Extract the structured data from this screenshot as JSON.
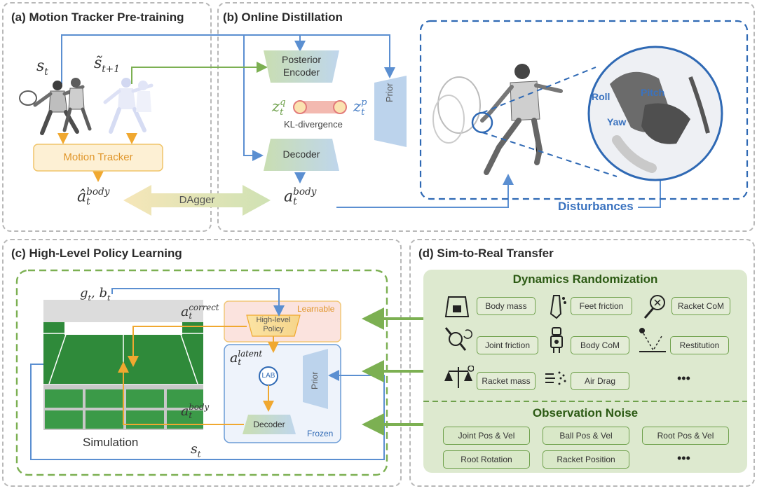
{
  "panels": {
    "a": {
      "title": "(a) Motion Tracker Pre-training"
    },
    "b": {
      "title": "(b) Online Distillation"
    },
    "c": {
      "title": "(c) High-Level Policy Learning"
    },
    "d": {
      "title": "(d) Sim-to-Real Transfer"
    }
  },
  "panel_a": {
    "motion_tracker": "Motion Tracker",
    "dagger": "DAgger"
  },
  "panel_b": {
    "posterior_line1": "Posterior",
    "posterior_line2": "Encoder",
    "prior": "Prior",
    "decoder": "Decoder",
    "kl": "KL-divergence",
    "disturbances": "Disturbances",
    "roll": "Roll",
    "pitch": "Pitch",
    "yaw": "Yaw"
  },
  "panel_c": {
    "learnable": "Learnable",
    "policy_line1": "High-level",
    "policy_line2": "Policy",
    "lab": "LAB",
    "prior": "Prior",
    "decoder": "Decoder",
    "frozen": "Frozen",
    "simulation": "Simulation"
  },
  "panel_d": {
    "dynamics_title": "Dynamics Randomization",
    "dynamics_items": [
      "Body mass",
      "Feet friction",
      "Racket CoM",
      "Joint friction",
      "Body CoM",
      "Restitution",
      "Racket mass",
      "Air Drag"
    ],
    "observation_title": "Observation Noise",
    "observation_items": [
      "Joint Pos & Vel",
      "Ball Pos & Vel",
      "Root Pos & Vel",
      "Root Rotation",
      "Racket Position"
    ],
    "more": "•••"
  },
  "colors": {
    "blue": "#5b8fd1",
    "green": "#7cb052",
    "orange": "#f0a830",
    "panel_green": "#dde9cf",
    "kl_red": "#e27b7b"
  },
  "icons": [
    "body-mass-icon",
    "foot-icon",
    "racket-icon",
    "joint-icon",
    "robot-icon",
    "ball-bounce-icon",
    "scale-icon",
    "air-drag-icon"
  ]
}
